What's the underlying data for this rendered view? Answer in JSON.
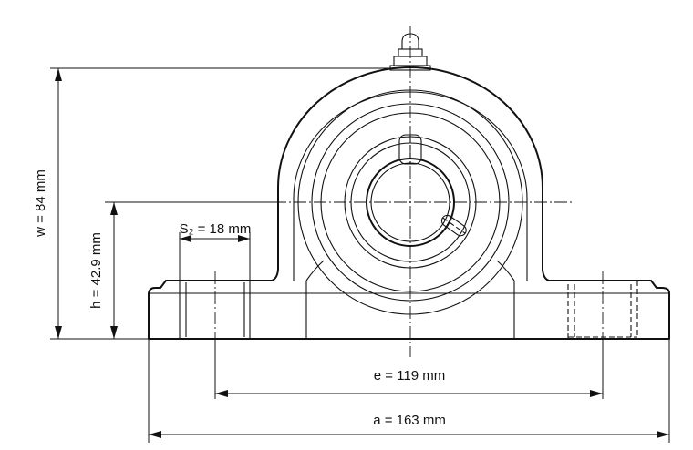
{
  "diagram": {
    "dimensions": {
      "w": "w = 84 mm",
      "h": "h = 42.9 mm",
      "s2": "S₂ = 18 mm",
      "e": "e = 119 mm",
      "a": "a = 163 mm"
    },
    "colors": {
      "stroke": "#111111",
      "background": "#ffffff"
    }
  }
}
